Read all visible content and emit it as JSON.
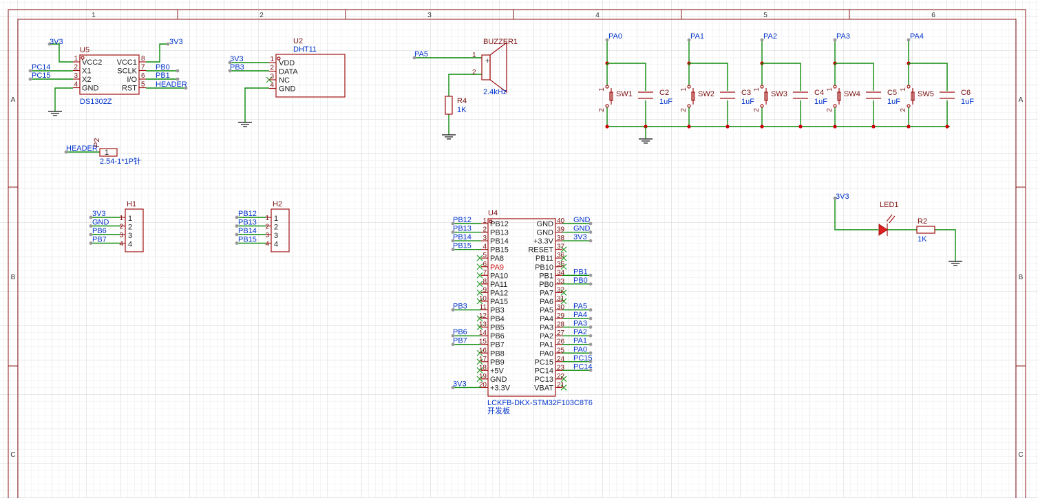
{
  "sheet": {
    "columns": [
      "1",
      "2",
      "3",
      "4",
      "5",
      "6"
    ],
    "rows": [
      "A",
      "B",
      "C"
    ]
  },
  "u5": {
    "ref": "U5",
    "value": "DS1302Z",
    "left_pins": [
      {
        "num": "1",
        "name": "VCC2",
        "net": "3V3"
      },
      {
        "num": "2",
        "name": "X1",
        "net": "PC14"
      },
      {
        "num": "3",
        "name": "X2",
        "net": "PC15"
      },
      {
        "num": "4",
        "name": "GND",
        "net": ""
      }
    ],
    "right_pins": [
      {
        "num": "8",
        "name": "VCC1",
        "net": "3V3"
      },
      {
        "num": "7",
        "name": "SCLK",
        "net": "PB0"
      },
      {
        "num": "6",
        "name": "I/O",
        "net": "PB1"
      },
      {
        "num": "5",
        "name": "RST",
        "net": "HEADER"
      }
    ]
  },
  "u2": {
    "ref": "U2",
    "value": "DHT11",
    "pins": [
      {
        "num": "1",
        "name": "VDD",
        "net": "3V3"
      },
      {
        "num": "2",
        "name": "DATA",
        "net": "PB3"
      },
      {
        "num": "3",
        "name": "NC",
        "net": ""
      },
      {
        "num": "4",
        "name": "GND",
        "net": ""
      }
    ]
  },
  "buzzer": {
    "ref": "BUZZER1",
    "value": "2.4kHz",
    "net": "PA5",
    "pin1": "1",
    "pin2": "2"
  },
  "r4": {
    "ref": "R4",
    "value": "1K"
  },
  "switches": [
    {
      "net": "PA0",
      "sw": "SW1",
      "cap": "C2",
      "cap_value": "1uF"
    },
    {
      "net": "PA1",
      "sw": "SW2",
      "cap": "C3",
      "cap_value": "1uF"
    },
    {
      "net": "PA2",
      "sw": "SW3",
      "cap": "C4",
      "cap_value": "1uF"
    },
    {
      "net": "PA3",
      "sw": "SW4",
      "cap": "C5",
      "cap_value": "1uF"
    },
    {
      "net": "PA4",
      "sw": "SW5",
      "cap": "C6",
      "cap_value": "1uF"
    }
  ],
  "switch_pin_labels": {
    "top": "1",
    "bottom": "2"
  },
  "header_p2": {
    "ref": "P2",
    "value": "2.54-1*1P针",
    "net": "HEADER",
    "pin": "1"
  },
  "h1": {
    "ref": "H1",
    "pins": [
      {
        "num": "1",
        "net": "3V3"
      },
      {
        "num": "2",
        "net": "GND"
      },
      {
        "num": "3",
        "net": "PB6"
      },
      {
        "num": "4",
        "net": "PB7"
      }
    ]
  },
  "h2": {
    "ref": "H2",
    "pins": [
      {
        "num": "1",
        "net": "PB12"
      },
      {
        "num": "2",
        "net": "PB13"
      },
      {
        "num": "3",
        "net": "PB14"
      },
      {
        "num": "4",
        "net": "PB15"
      }
    ]
  },
  "led": {
    "ref": "LED1",
    "net": "3V3"
  },
  "r2": {
    "ref": "R2",
    "value": "1K"
  },
  "u4": {
    "ref": "U4",
    "value": "LCKFB-DKX-STM32F103C8T6",
    "value2": "开发板",
    "left_pins": [
      {
        "num": "1",
        "name": "PB12",
        "net": "PB12"
      },
      {
        "num": "2",
        "name": "PB13",
        "net": "PB13"
      },
      {
        "num": "3",
        "name": "PB14",
        "net": "PB14"
      },
      {
        "num": "4",
        "name": "PB15",
        "net": "PB15"
      },
      {
        "num": "5",
        "name": "PA8",
        "net": ""
      },
      {
        "num": "6",
        "name": "PA9",
        "net": "",
        "highlight": true
      },
      {
        "num": "7",
        "name": "PA10",
        "net": ""
      },
      {
        "num": "8",
        "name": "PA11",
        "net": ""
      },
      {
        "num": "9",
        "name": "PA12",
        "net": ""
      },
      {
        "num": "10",
        "name": "PA15",
        "net": ""
      },
      {
        "num": "11",
        "name": "PB3",
        "net": "PB3"
      },
      {
        "num": "12",
        "name": "PB4",
        "net": ""
      },
      {
        "num": "13",
        "name": "PB5",
        "net": ""
      },
      {
        "num": "14",
        "name": "PB6",
        "net": "PB6"
      },
      {
        "num": "15",
        "name": "PB7",
        "net": "PB7"
      },
      {
        "num": "16",
        "name": "PB8",
        "net": ""
      },
      {
        "num": "17",
        "name": "PB9",
        "net": ""
      },
      {
        "num": "18",
        "name": "+5V",
        "net": ""
      },
      {
        "num": "19",
        "name": "GND",
        "net": ""
      },
      {
        "num": "20",
        "name": "+3.3V",
        "net": "3V3"
      }
    ],
    "right_pins": [
      {
        "num": "40",
        "name": "GND",
        "net": "GND"
      },
      {
        "num": "39",
        "name": "GND",
        "net": "GND"
      },
      {
        "num": "38",
        "name": "+3.3V",
        "net": "3V3"
      },
      {
        "num": "37",
        "name": "RESET",
        "net": ""
      },
      {
        "num": "36",
        "name": "PB11",
        "net": ""
      },
      {
        "num": "35",
        "name": "PB10",
        "net": ""
      },
      {
        "num": "34",
        "name": "PB1",
        "net": "PB1"
      },
      {
        "num": "33",
        "name": "PB0",
        "net": "PB0"
      },
      {
        "num": "32",
        "name": "PA7",
        "net": ""
      },
      {
        "num": "31",
        "name": "PA6",
        "net": ""
      },
      {
        "num": "30",
        "name": "PA5",
        "net": "PA5"
      },
      {
        "num": "29",
        "name": "PA4",
        "net": "PA4"
      },
      {
        "num": "28",
        "name": "PA3",
        "net": "PA3"
      },
      {
        "num": "27",
        "name": "PA2",
        "net": "PA2"
      },
      {
        "num": "26",
        "name": "PA1",
        "net": "PA1"
      },
      {
        "num": "25",
        "name": "PA0",
        "net": "PA0"
      },
      {
        "num": "24",
        "name": "PC15",
        "net": "PC15"
      },
      {
        "num": "23",
        "name": "PC14",
        "net": "PC14"
      },
      {
        "num": "22",
        "name": "PC13",
        "net": ""
      },
      {
        "num": "21",
        "name": "VBAT",
        "net": ""
      }
    ]
  },
  "colors": {
    "wire": "#0a8a0a",
    "body": "#a01010",
    "net": "#0033cc",
    "junction": "#cc0000",
    "grid": "#e3e3e3"
  }
}
